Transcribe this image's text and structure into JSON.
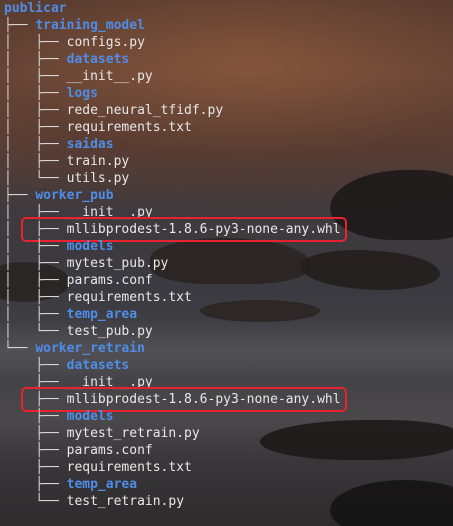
{
  "tree": [
    {
      "prefix": "",
      "name": "publicar",
      "type": "dir"
    },
    {
      "prefix": "├── ",
      "name": "training_model",
      "type": "dir"
    },
    {
      "prefix": "│   ├── ",
      "name": "configs.py",
      "type": "file"
    },
    {
      "prefix": "│   ├── ",
      "name": "datasets",
      "type": "dir"
    },
    {
      "prefix": "│   ├── ",
      "name": "__init__.py",
      "type": "file"
    },
    {
      "prefix": "│   ├── ",
      "name": "logs",
      "type": "dir"
    },
    {
      "prefix": "│   ├── ",
      "name": "rede_neural_tfidf.py",
      "type": "file"
    },
    {
      "prefix": "│   ├── ",
      "name": "requirements.txt",
      "type": "file"
    },
    {
      "prefix": "│   ├── ",
      "name": "saidas",
      "type": "dir"
    },
    {
      "prefix": "│   ├── ",
      "name": "train.py",
      "type": "file"
    },
    {
      "prefix": "│   └── ",
      "name": "utils.py",
      "type": "file"
    },
    {
      "prefix": "├── ",
      "name": "worker_pub",
      "type": "dir"
    },
    {
      "prefix": "│   ├── ",
      "name": "__init__.py",
      "type": "file"
    },
    {
      "prefix": "│   ├── ",
      "name": "mllibprodest-1.8.6-py3-none-any.whl",
      "type": "file",
      "highlighted": true
    },
    {
      "prefix": "│   ├── ",
      "name": "models",
      "type": "dir"
    },
    {
      "prefix": "│   ├── ",
      "name": "mytest_pub.py",
      "type": "file"
    },
    {
      "prefix": "│   ├── ",
      "name": "params.conf",
      "type": "file"
    },
    {
      "prefix": "│   ├── ",
      "name": "requirements.txt",
      "type": "file"
    },
    {
      "prefix": "│   ├── ",
      "name": "temp_area",
      "type": "dir"
    },
    {
      "prefix": "│   └── ",
      "name": "test_pub.py",
      "type": "file"
    },
    {
      "prefix": "└── ",
      "name": "worker_retrain",
      "type": "dir"
    },
    {
      "prefix": "    ├── ",
      "name": "datasets",
      "type": "dir"
    },
    {
      "prefix": "    ├── ",
      "name": "__init__.py",
      "type": "file"
    },
    {
      "prefix": "    ├── ",
      "name": "mllibprodest-1.8.6-py3-none-any.whl",
      "type": "file",
      "highlighted": true
    },
    {
      "prefix": "    ├── ",
      "name": "models",
      "type": "dir"
    },
    {
      "prefix": "    ├── ",
      "name": "mytest_retrain.py",
      "type": "file"
    },
    {
      "prefix": "    ├── ",
      "name": "params.conf",
      "type": "file"
    },
    {
      "prefix": "    ├── ",
      "name": "requirements.txt",
      "type": "file"
    },
    {
      "prefix": "    ├── ",
      "name": "temp_area",
      "type": "dir"
    },
    {
      "prefix": "    └── ",
      "name": "test_retrain.py",
      "type": "file"
    }
  ],
  "colors": {
    "directory": "#4f8de8",
    "file": "#e8e8e8",
    "highlight_box": "#e8222e"
  }
}
